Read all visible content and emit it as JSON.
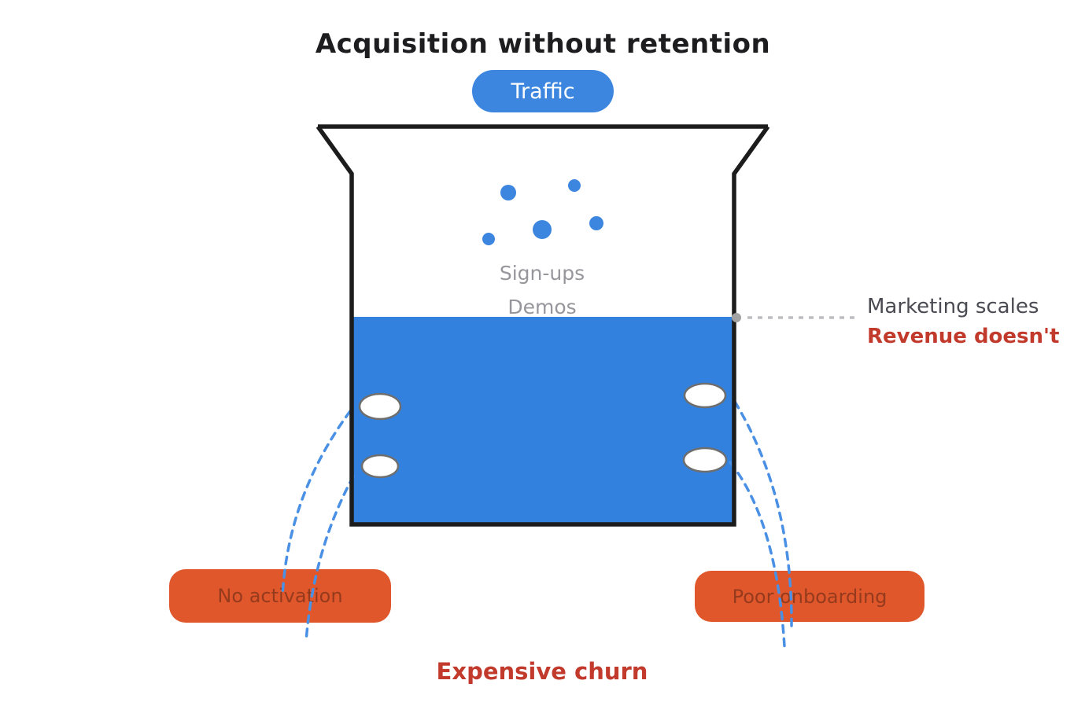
{
  "title": "Acquisition without retention",
  "funnel": {
    "traffic_label": "Traffic",
    "signups_label": "Sign-ups",
    "demos_label": "Demos"
  },
  "annotations": {
    "water_line_top": "Marketing scales",
    "water_line_bottom": "Revenue doesn't",
    "leak_left_label": "No activation",
    "leak_right_label": "Poor onboarding",
    "bottom_label": "Expensive churn"
  },
  "colors": {
    "accent_blue": "#3d86e0",
    "water_blue": "#3381de",
    "leak_dash_blue": "#4a90e4",
    "outline_black": "#1c1c1c",
    "orange": "#e0572b",
    "alert_red": "#c23a2c",
    "gray_label": "#96969c",
    "dark_gray_label": "#4a4a52",
    "marker_gray": "#a3a3a3"
  }
}
